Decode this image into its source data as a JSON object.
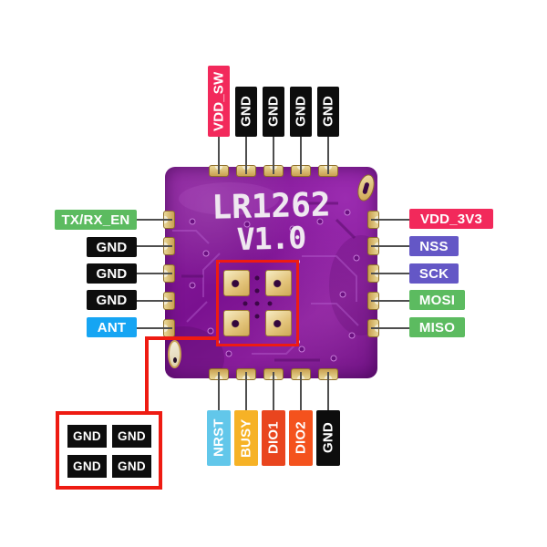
{
  "board": {
    "title": "LR1262",
    "version": "V1.0"
  },
  "colors": {
    "crimson": "#F2295B",
    "green": "#5CBB60",
    "indigo": "#6457C6",
    "azure": "#16A5F3",
    "sky": "#62C7EA",
    "amber": "#F6B226",
    "orange_red": "#E9451E",
    "orange": "#F4521D",
    "black": "#0D0D0D",
    "annotation_red": "#EE1B12",
    "board_purple": "#8A1E9C",
    "pad_gold": "#E2C278",
    "line_gray": "#4E4E4E"
  },
  "pins": {
    "top": [
      {
        "label": "VDD_SW",
        "color": "#F2295B"
      },
      {
        "label": "GND",
        "color": "#0D0D0D"
      },
      {
        "label": "GND",
        "color": "#0D0D0D"
      },
      {
        "label": "GND",
        "color": "#0D0D0D"
      },
      {
        "label": "GND",
        "color": "#0D0D0D"
      }
    ],
    "left": [
      {
        "label": "TX/RX_EN",
        "color": "#5CBB60"
      },
      {
        "label": "GND",
        "color": "#0D0D0D"
      },
      {
        "label": "GND",
        "color": "#0D0D0D"
      },
      {
        "label": "GND",
        "color": "#0D0D0D"
      },
      {
        "label": "ANT",
        "color": "#16A5F3"
      }
    ],
    "right": [
      {
        "label": "VDD_3V3",
        "color": "#F2295B"
      },
      {
        "label": "NSS",
        "color": "#6457C6"
      },
      {
        "label": "SCK",
        "color": "#6457C6"
      },
      {
        "label": "MOSI",
        "color": "#5CBB60"
      },
      {
        "label": "MISO",
        "color": "#5CBB60"
      }
    ],
    "bottom": [
      {
        "label": "NRST",
        "color": "#62C7EA"
      },
      {
        "label": "BUSY",
        "color": "#F6B226"
      },
      {
        "label": "DIO1",
        "color": "#E9451E"
      },
      {
        "label": "DIO2",
        "color": "#F4521D"
      },
      {
        "label": "GND",
        "color": "#0D0D0D"
      }
    ]
  },
  "ground_pad_callout": {
    "labels": [
      "GND",
      "GND",
      "GND",
      "GND"
    ]
  }
}
